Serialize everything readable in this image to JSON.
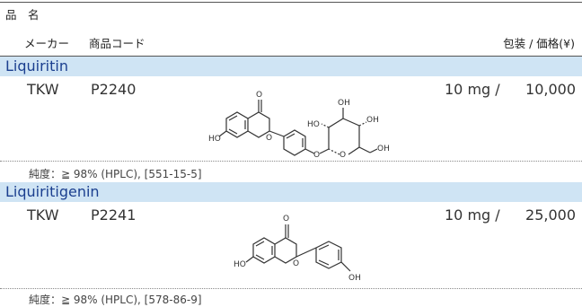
{
  "header": {
    "product_name": "品　名",
    "maker": "メーカー",
    "code": "商品コード",
    "package_price": "包装 /  価格(¥)"
  },
  "products": [
    {
      "name": "Liquiritin",
      "maker": "TKW",
      "code": "P2240",
      "package": "10 mg /",
      "price": "10,000",
      "purity": "純度：≧ 98% (HPLC), [551-15-5]",
      "structure_atoms": [
        "O",
        "HO",
        "O",
        "HO",
        "OH",
        "OH",
        "OH",
        "O",
        "O"
      ]
    },
    {
      "name": "Liquiritigenin",
      "maker": "TKW",
      "code": "P2241",
      "package": "10 mg /",
      "price": "25,000",
      "purity": "純度：≧ 98% (HPLC), [578-86-9]",
      "structure_atoms": [
        "O",
        "HO",
        "O",
        "OH"
      ]
    }
  ],
  "colors": {
    "name_band": "#cfe4f4",
    "name_text": "#1b3f8f"
  }
}
